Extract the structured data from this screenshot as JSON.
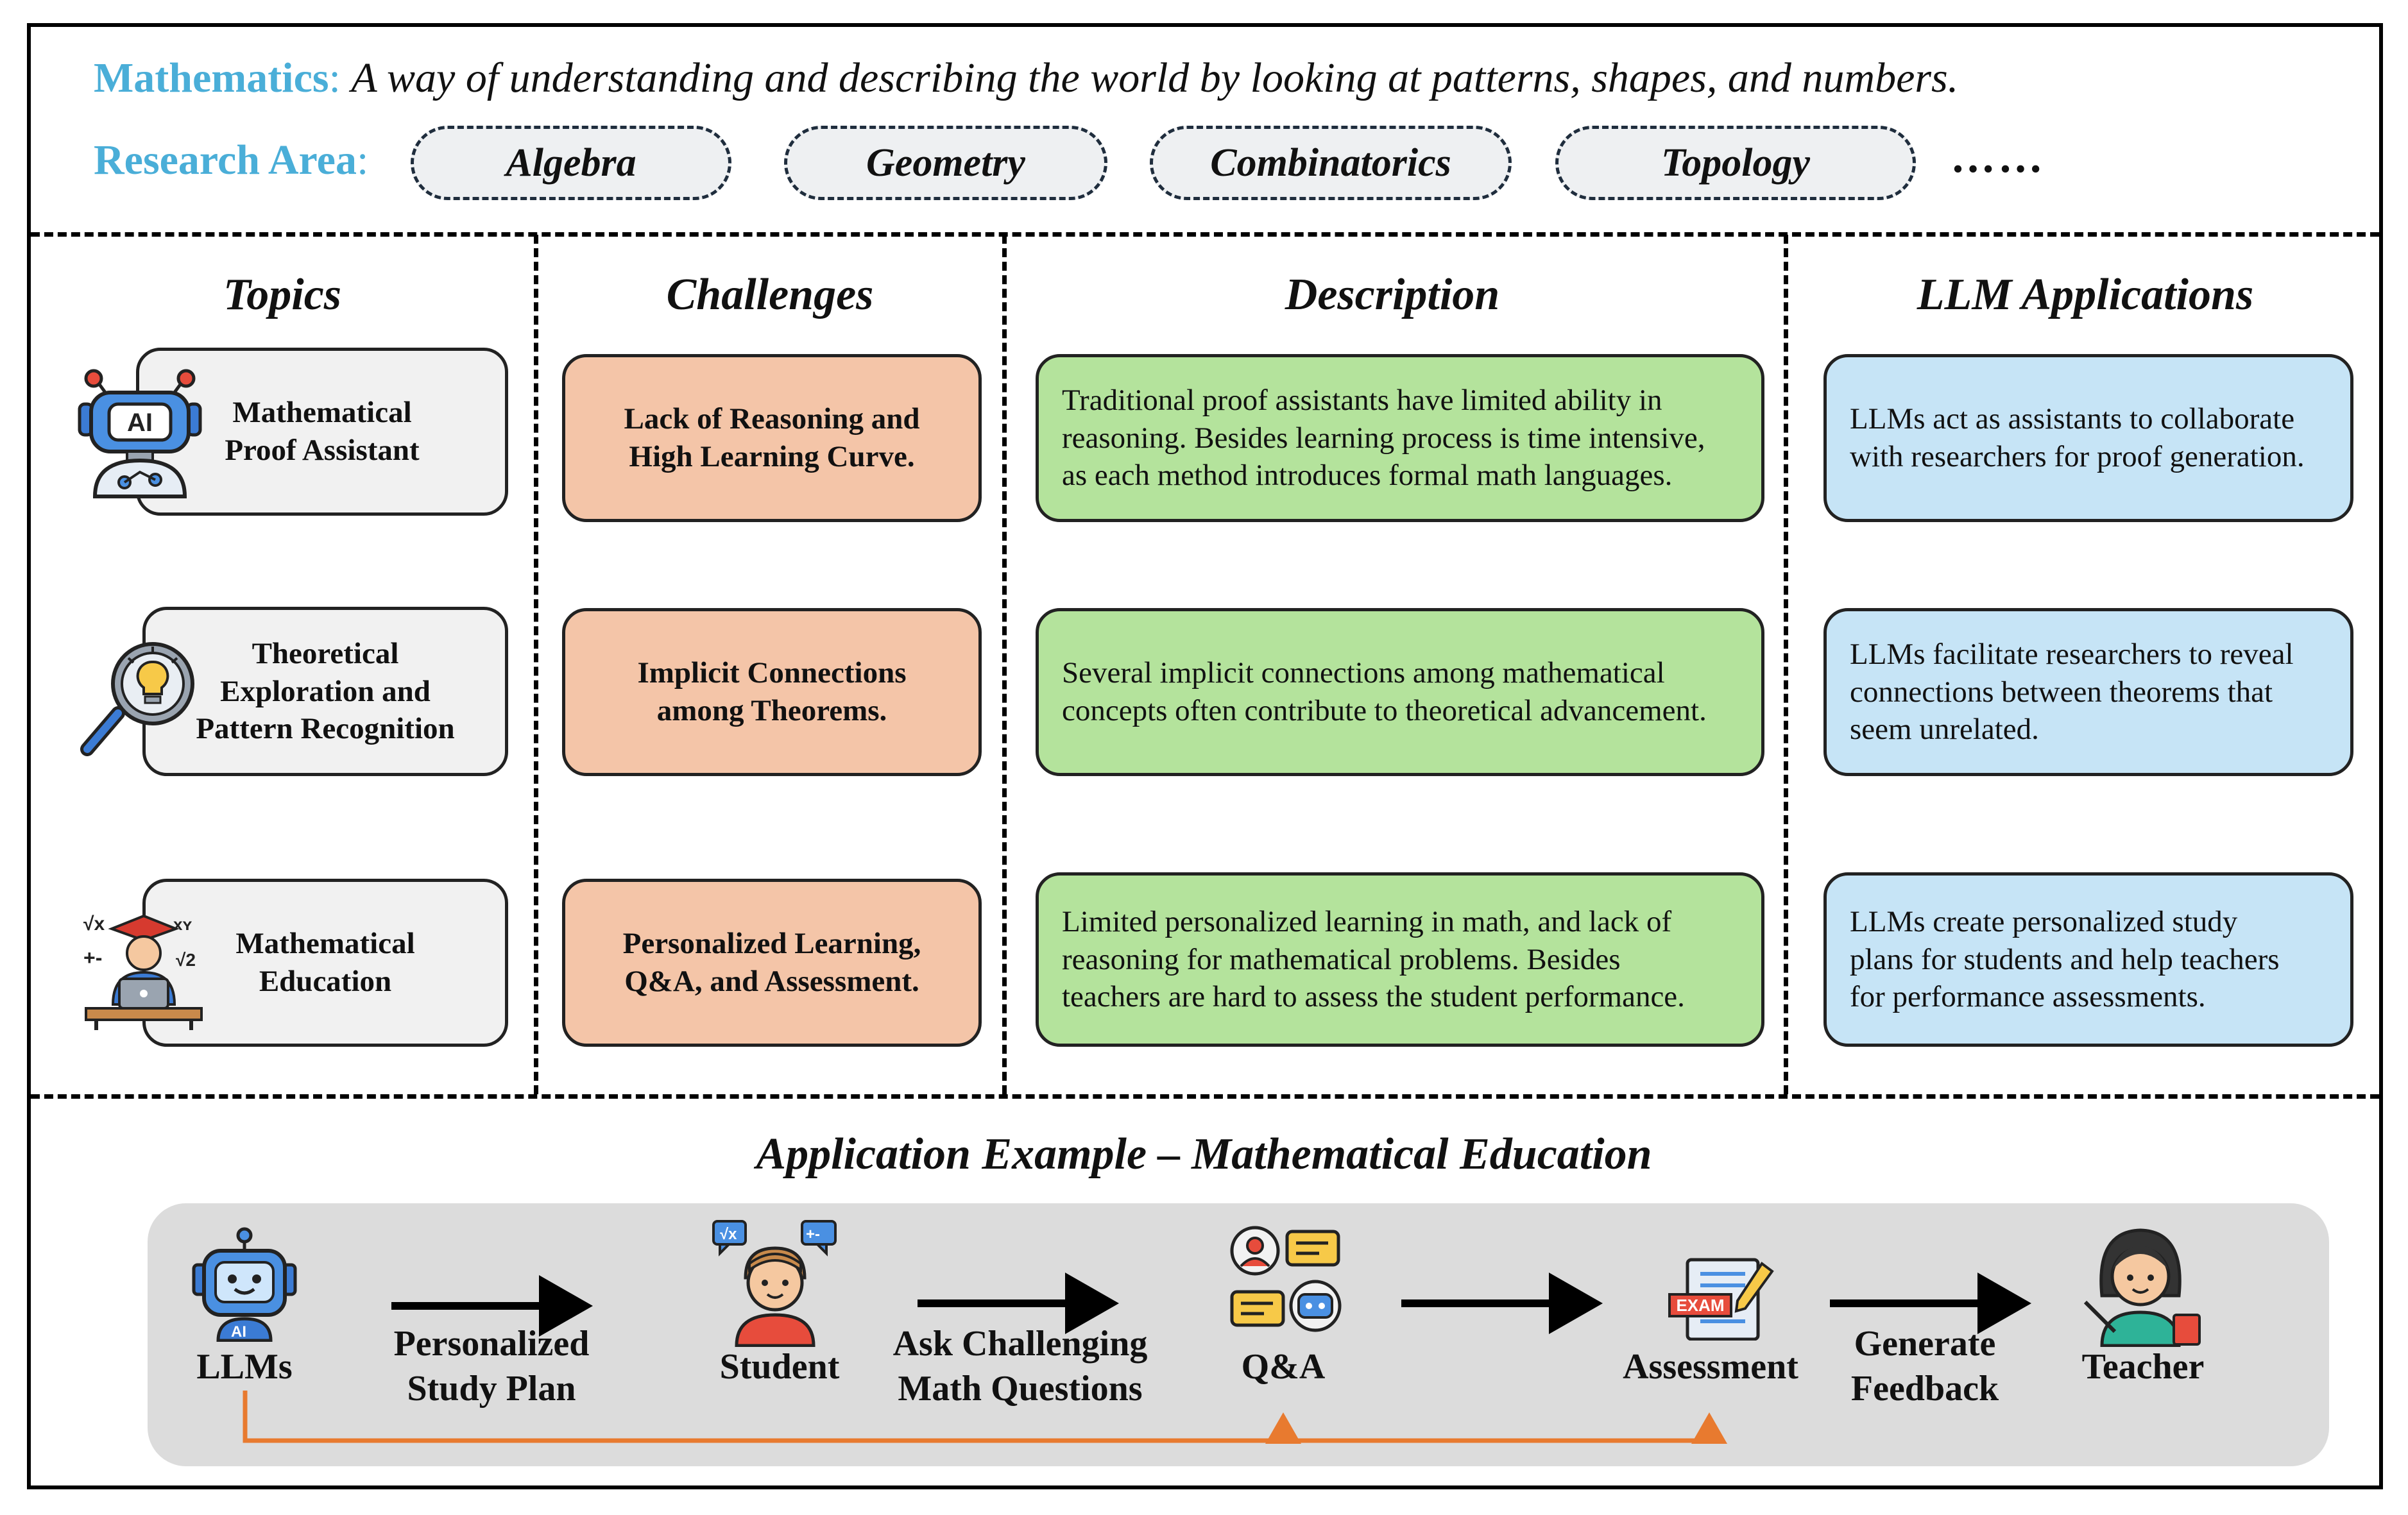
{
  "header": {
    "definition_key": "Mathematics",
    "definition_sep": ": ",
    "definition_text": "A way of understanding and describing the world by looking at patterns, shapes, and numbers.",
    "research_label": "Research Area",
    "research_sep": ":",
    "areas": [
      "Algebra",
      "Geometry",
      "Combinatorics",
      "Topology"
    ],
    "more": "……"
  },
  "columns": {
    "topics": "Topics",
    "challenges": "Challenges",
    "description": "Description",
    "applications": "LLM Applications"
  },
  "rows": [
    {
      "topic_lines": [
        "Mathematical",
        "Proof Assistant"
      ],
      "topic_icon": "ai-robot-icon",
      "challenge_lines": [
        "Lack of Reasoning and",
        "High Learning Curve."
      ],
      "description_lines": [
        "Traditional proof assistants have limited ability in",
        "reasoning. Besides learning process is time intensive,",
        "as each method introduces formal math languages."
      ],
      "application_lines": [
        "LLMs act as assistants to collaborate",
        "with researchers for proof generation."
      ]
    },
    {
      "topic_lines": [
        "Theoretical",
        "Exploration and",
        "Pattern Recognition"
      ],
      "topic_icon": "magnifier-lightbulb-icon",
      "challenge_lines": [
        "Implicit Connections",
        "among Theorems."
      ],
      "description_lines": [
        "Several implicit connections among mathematical",
        "concepts often contribute to theoretical advancement."
      ],
      "application_lines": [
        "LLMs facilitate researchers to reveal",
        "connections between theorems that",
        "seem unrelated."
      ]
    },
    {
      "topic_lines": [
        "Mathematical",
        "Education"
      ],
      "topic_icon": "student-laptop-icon",
      "challenge_lines": [
        "Personalized Learning,",
        "Q&A, and Assessment."
      ],
      "description_lines": [
        "Limited personalized learning in math, and lack of",
        "reasoning for mathematical problems. Besides",
        "teachers are hard to assess the student performance."
      ],
      "application_lines": [
        "LLMs create personalized study",
        "plans for students and help teachers",
        "for performance assessments."
      ]
    }
  ],
  "example": {
    "title": "Application Example – Mathematical Education",
    "nodes": {
      "llms": "LLMs",
      "student": "Student",
      "qa": "Q&A",
      "assessment": "Assessment",
      "teacher": "Teacher"
    },
    "edges": {
      "study_plan": [
        "Personalized",
        "Study Plan"
      ],
      "ask": [
        "Ask Challenging",
        "Math Questions"
      ],
      "feedback": [
        "Generate",
        "Feedback"
      ]
    },
    "exam_badge": "EXAM"
  },
  "colors": {
    "accent_blue": "#4aaed8",
    "topic_fill": "#f1f1f1",
    "challenge_fill": "#f4c5a8",
    "description_fill": "#b4e39c",
    "application_fill": "#c6e4f6",
    "flow_panel": "#dcdcdc",
    "feedback_line": "#e87a2f"
  }
}
